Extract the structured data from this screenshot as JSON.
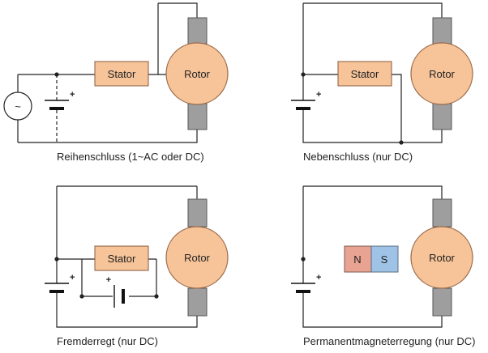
{
  "labels": {
    "stator": "Stator",
    "rotor": "Rotor",
    "plus": "+",
    "ac_symbol": "~",
    "magnet_n": "N",
    "magnet_s": "S"
  },
  "captions": {
    "series": "Reihenschluss (1~AC oder DC)",
    "shunt": "Nebenschluss (nur DC)",
    "separate": "Fremderregt (nur DC)",
    "permanent": "Permanentmagneterregung (nur DC)"
  },
  "colors": {
    "winding_fill": "#f7c499",
    "brush_fill": "#9e9e9e",
    "magnet_north": "#e8a393",
    "magnet_south": "#9fc3e6",
    "wire": "#222222"
  }
}
